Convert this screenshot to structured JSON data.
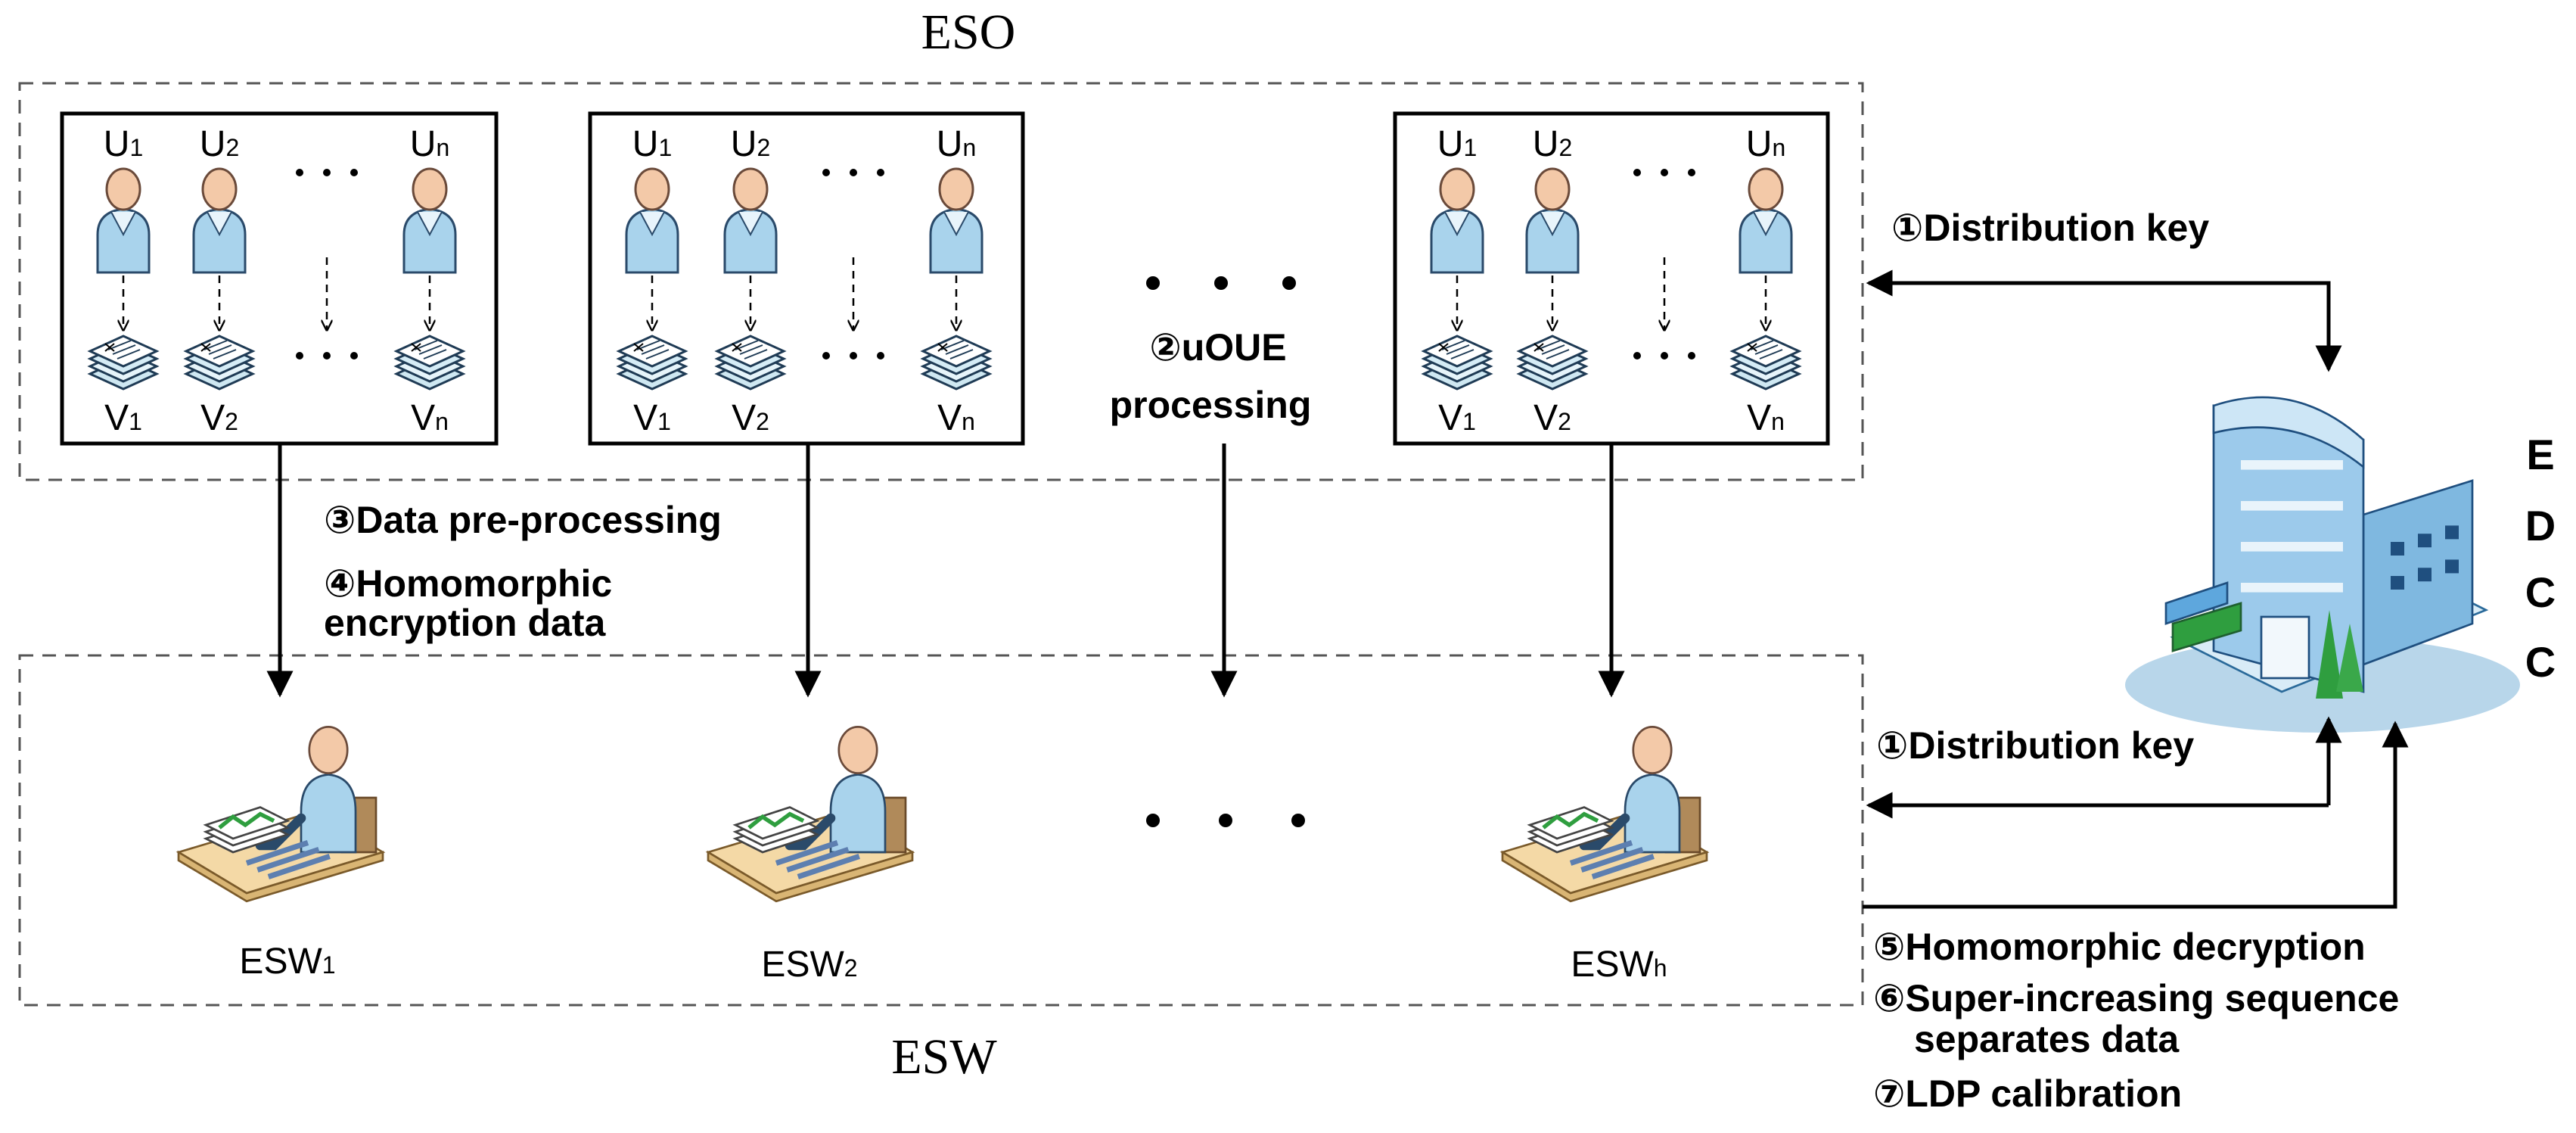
{
  "title_eso": "ESO",
  "title_esw": "ESW",
  "edcc_letters": [
    "E",
    "D",
    "C",
    "C"
  ],
  "eso_groups": [
    {
      "u": [
        {
          "b": "U",
          "s": "1"
        },
        {
          "b": "U",
          "s": "2"
        },
        {
          "b": "U",
          "s": "n"
        }
      ],
      "v": [
        {
          "b": "V",
          "s": "1"
        },
        {
          "b": "V",
          "s": "2"
        },
        {
          "b": "V",
          "s": "n"
        }
      ]
    },
    {
      "u": [
        {
          "b": "U",
          "s": "1"
        },
        {
          "b": "U",
          "s": "2"
        },
        {
          "b": "U",
          "s": "n"
        }
      ],
      "v": [
        {
          "b": "V",
          "s": "1"
        },
        {
          "b": "V",
          "s": "2"
        },
        {
          "b": "V",
          "s": "n"
        }
      ]
    },
    {
      "u": [
        {
          "b": "U",
          "s": "1"
        },
        {
          "b": "U",
          "s": "2"
        },
        {
          "b": "U",
          "s": "n"
        }
      ],
      "v": [
        {
          "b": "V",
          "s": "1"
        },
        {
          "b": "V",
          "s": "2"
        },
        {
          "b": "V",
          "s": "n"
        }
      ]
    }
  ],
  "workers": [
    {
      "b": "ESW",
      "s": "1"
    },
    {
      "b": "ESW",
      "s": "2"
    },
    {
      "b": "ESW",
      "s": "h"
    }
  ],
  "steps": {
    "distribution_key_top": "①Distribution key",
    "uoue_line1": "②uOUE",
    "uoue_line2": "processing",
    "preprocessing": "③Data pre-processing",
    "homomorphic_enc_line1": "④Homomorphic",
    "homomorphic_enc_line2": "encryption data",
    "distribution_key_bottom": "①Distribution key",
    "homomorphic_dec": "⑤Homomorphic decryption",
    "super_inc_line1": "⑥Super-increasing sequence",
    "super_inc_line2": "separates data",
    "ldp_calibration": "⑦LDP calibration"
  },
  "ellipsis": "· · ·",
  "colors": {
    "person_body": "#a9d3ec",
    "person_head": "#f3c9a8",
    "line": "#000000",
    "dashed_border": "#555555",
    "building_blue": "#5ea7dd",
    "building_green": "#2f9e3f"
  }
}
